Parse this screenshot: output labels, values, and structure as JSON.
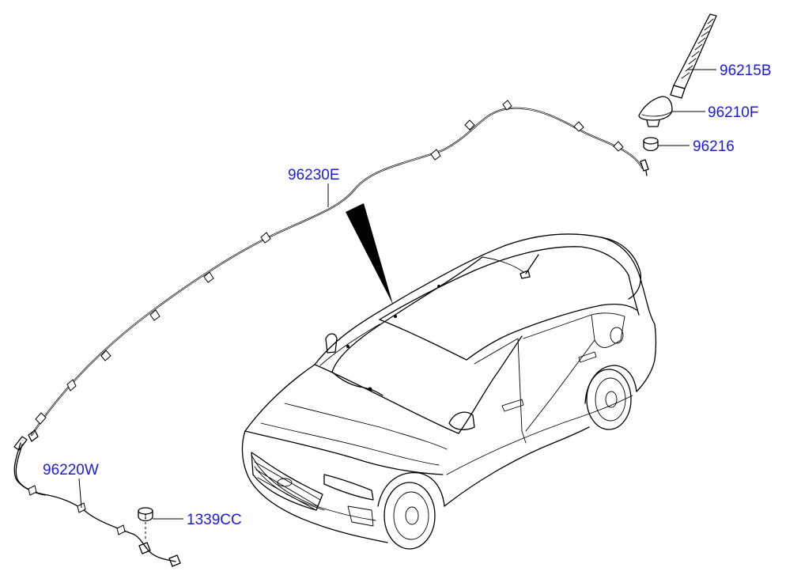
{
  "parts": [
    {
      "id": "antenna-pole",
      "number": "96215B"
    },
    {
      "id": "antenna-base",
      "number": "96210F"
    },
    {
      "id": "gasket",
      "number": "96216"
    },
    {
      "id": "roof-cable",
      "number": "96230E"
    },
    {
      "id": "feeder-cable",
      "number": "96220W"
    },
    {
      "id": "grommet-nut",
      "number": "1339CC"
    }
  ]
}
